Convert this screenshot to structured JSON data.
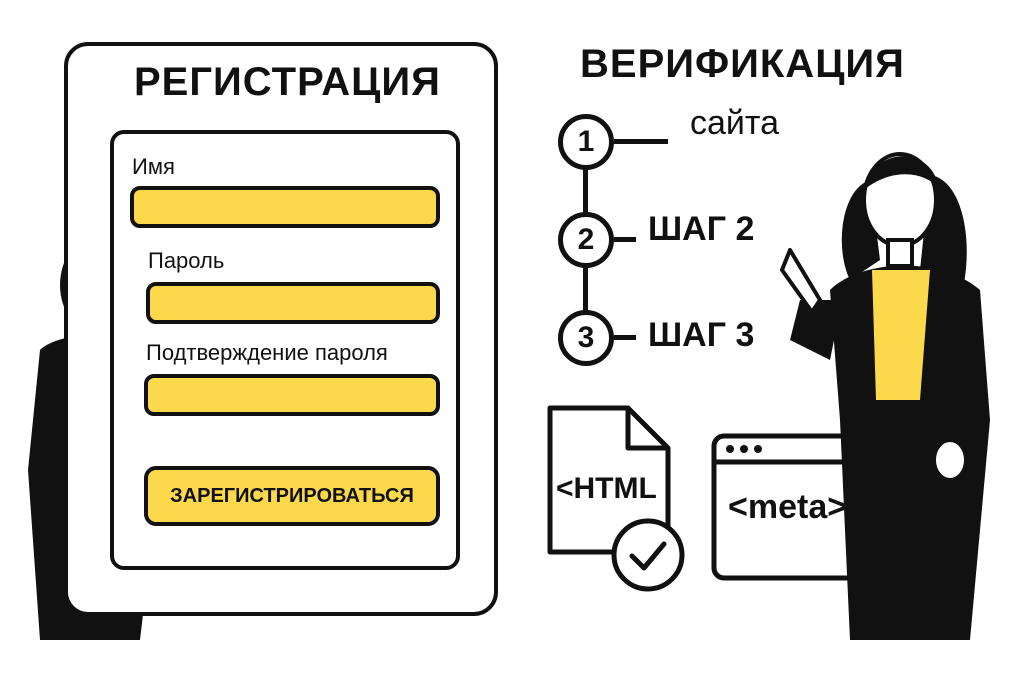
{
  "registration": {
    "title": "РЕГИСТРАЦИЯ",
    "fields": {
      "name_label": "Имя",
      "name_value": "",
      "password_label": "Пароль",
      "password_value": "",
      "confirm_label": "Подтверждение пароля",
      "confirm_value": ""
    },
    "submit_label": "ЗАРЕГИСТРИРОВАТЬСЯ"
  },
  "verification": {
    "title": "ВЕРИФИКАЦИЯ",
    "steps": [
      {
        "number": "1",
        "label": "сайта"
      },
      {
        "number": "2",
        "label": "ШАГ 2"
      },
      {
        "number": "3",
        "label": "ШАГ 3"
      }
    ]
  },
  "files": {
    "html_label": "<HTML",
    "meta_label": "<meta>"
  },
  "colors": {
    "accent": "#fcd94a",
    "ink": "#111111"
  }
}
